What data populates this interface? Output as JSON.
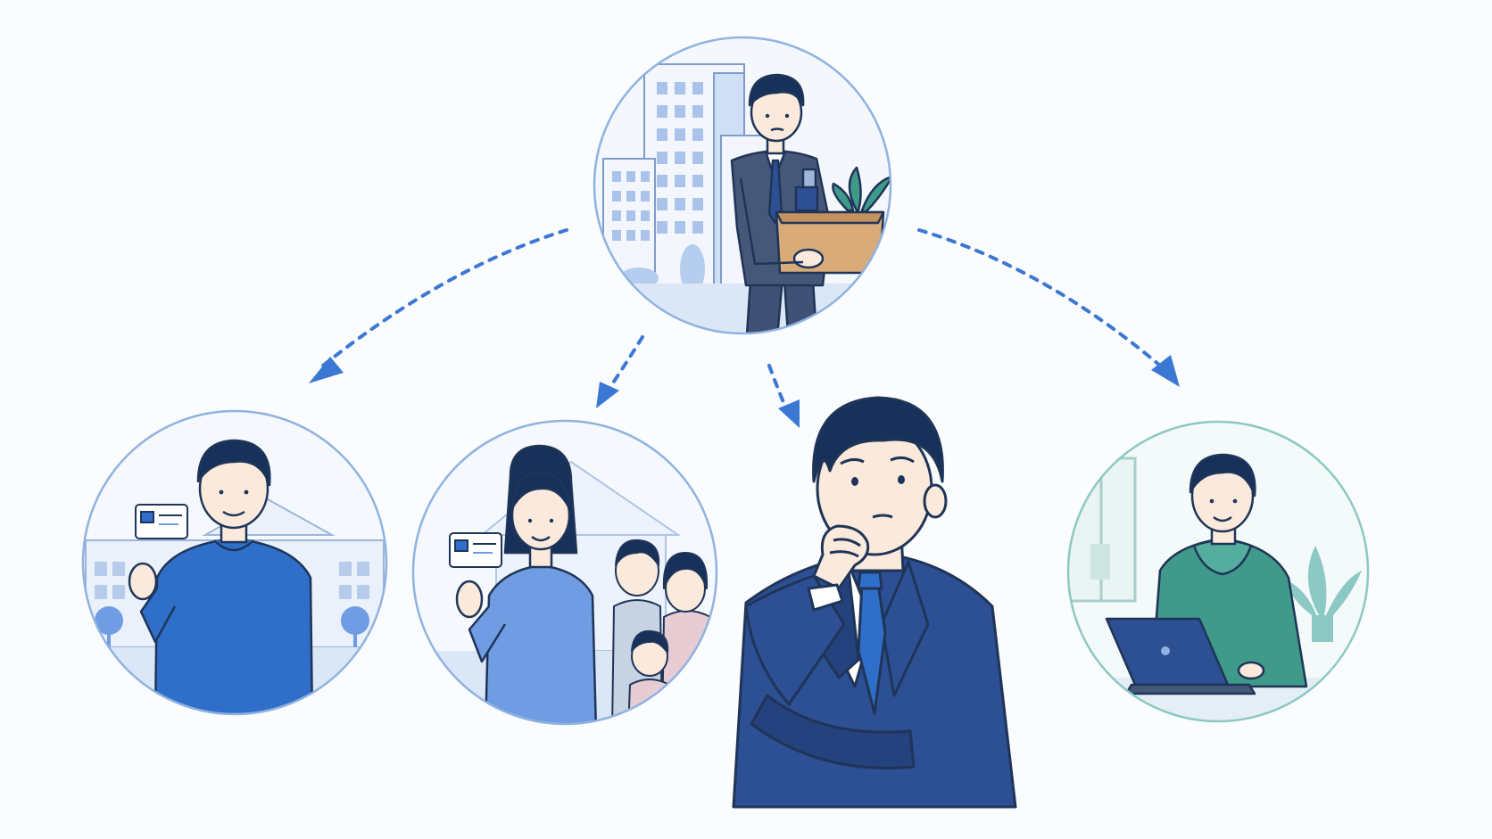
{
  "colors": {
    "background": "#fbfcfd",
    "outline": "#1f3558",
    "suit_navy": "#2d4f93",
    "suit_grey": "#46587a",
    "sweater_blue": "#2f6fc9",
    "sweater_light": "#6f9ce3",
    "hoodie_green": "#3f9a8a",
    "skin": "#fbe9dc",
    "hair": "#17315b",
    "arrow_blue": "#3b78d4",
    "circle_blue": "#8fb3e0",
    "circle_teal": "#8cc9c4",
    "box_cardboard": "#d8ab79",
    "building_tint": "#dbe7f7"
  },
  "diagram": {
    "source": {
      "name": "office-worker-leaving-with-box",
      "icons": [
        "office-building-icon",
        "cardboard-box-icon",
        "potted-plant-icon"
      ]
    },
    "outcomes": [
      {
        "name": "man-holding-insurance-card",
        "icons": [
          "id-card-icon",
          "hospital-building-icon"
        ]
      },
      {
        "name": "woman-with-family-holding-card",
        "icons": [
          "id-card-icon",
          "house-icon",
          "family-icon"
        ]
      },
      {
        "name": "thinking-businessman",
        "icons": []
      },
      {
        "name": "man-working-on-laptop",
        "icons": [
          "laptop-icon",
          "window-icon",
          "plant-icon"
        ]
      }
    ],
    "arrows": [
      {
        "from": "source",
        "to": "outcome-1",
        "style": "dashed"
      },
      {
        "from": "source",
        "to": "outcome-2",
        "style": "dashed"
      },
      {
        "from": "source",
        "to": "outcome-3",
        "style": "dashed"
      },
      {
        "from": "source",
        "to": "outcome-4",
        "style": "dashed"
      }
    ]
  }
}
